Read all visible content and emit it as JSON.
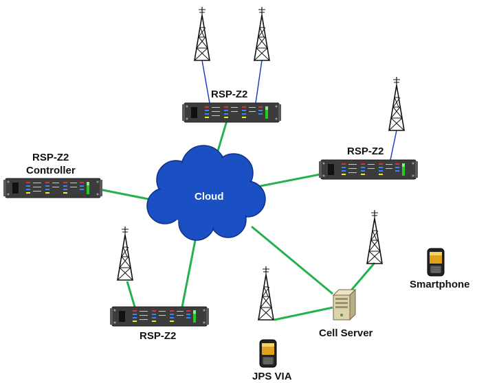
{
  "labels": {
    "rsp_top": "RSP-Z2",
    "rsp_right": "RSP-Z2",
    "rsp_bottom": "RSP-Z2",
    "controller_line1": "RSP-Z2",
    "controller_line2": "Controller",
    "cloud": "Cloud",
    "cell_server": "Cell Server",
    "smartphone": "Smartphone",
    "jps_via": "JPS VIA"
  },
  "colors": {
    "link_green": "#22b14c",
    "antenna_blue": "#1f3fbf",
    "cloud_blue": "#1b4fc4",
    "device_body": "#3c3c3c"
  },
  "icons": [
    "radio-tower-icon",
    "rsp-z2-device-icon",
    "cloud-icon",
    "server-icon",
    "smartphone-icon"
  ]
}
